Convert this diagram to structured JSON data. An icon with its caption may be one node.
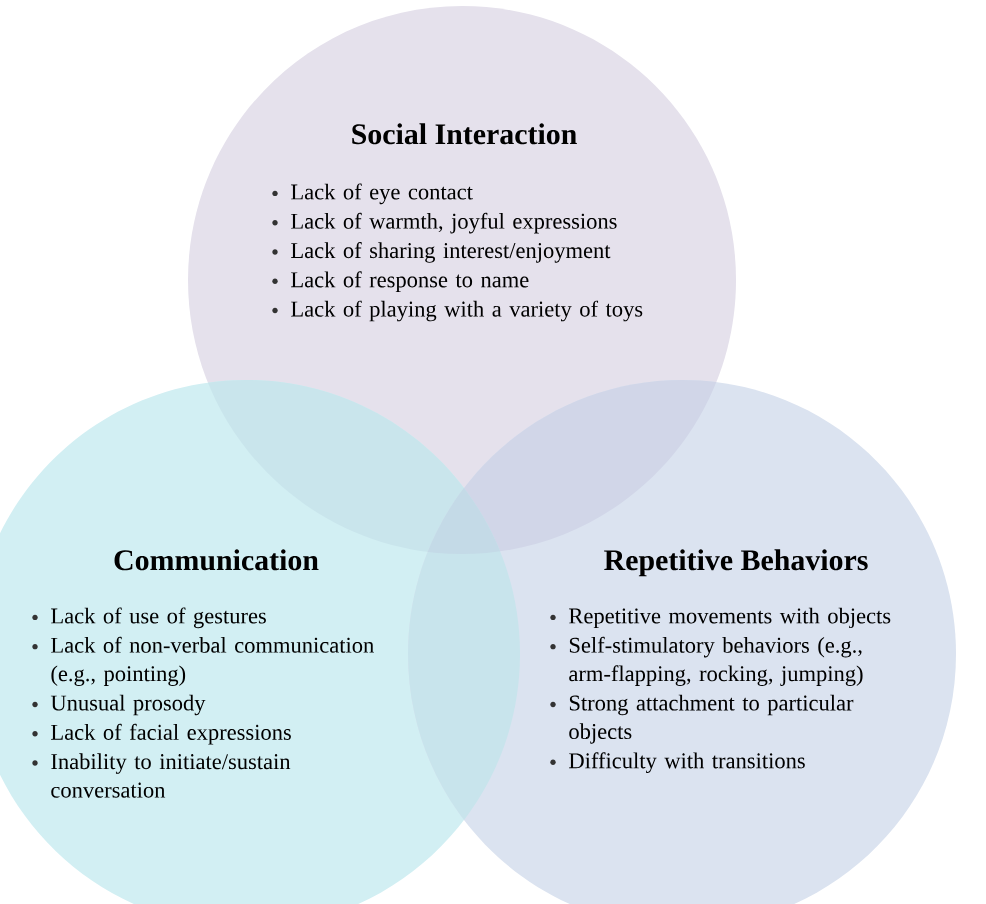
{
  "diagram": {
    "nodes": [
      {
        "text": [
          "Social Interaction",
          "Lack of eye contact",
          "Lack of warmth, joyful expressions",
          "Lack of sharing interest/enjoyment",
          "Lack of response to name",
          "Lack of playing with a variety of toys"
        ]
      },
      {
        "text": [
          "Communication",
          "Lack of use of gestures",
          "Lack of non-verbal communication (e.g., pointing)",
          "Unusual prosody",
          "Lack of facial expressions",
          "Inability to initiate/sustain conversation"
        ]
      },
      {
        "text": [
          "Repetitive Behaviors",
          "Repetitive movements with objects",
          "Self-stimulatory behaviors (e.g., arm-flapping, rocking, jumping)",
          "Strong attachment to particular objects",
          "Difficulty with transitions"
        ]
      }
    ]
  }
}
